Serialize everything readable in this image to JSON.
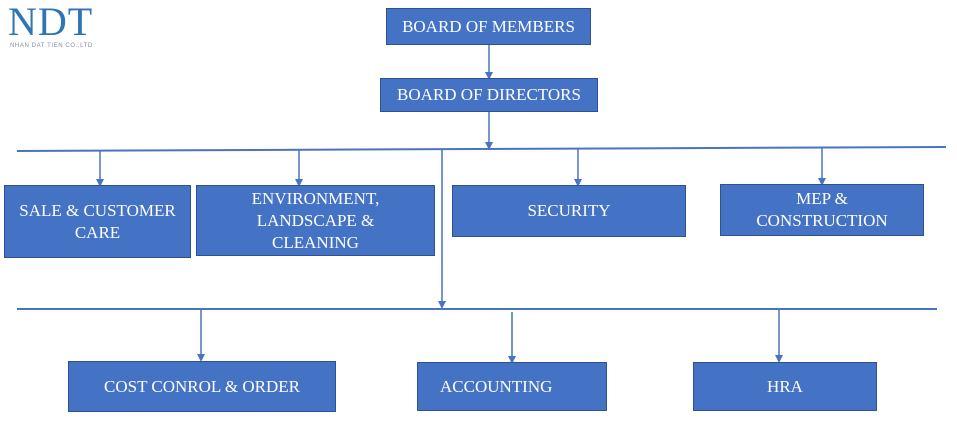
{
  "logo": {
    "mark": "NDT",
    "subtitle": "NHAN DAT TIEN CO.,LTD"
  },
  "colors": {
    "box_fill": "#4472c4",
    "box_border": "#2f528f",
    "connector": "#4a74c0",
    "logo": "#2e75b6"
  },
  "nodes": {
    "board_members": "BOARD OF MEMBERS",
    "board_directors": "BOARD OF DIRECTORS",
    "sale_customer_care": "SALE & CUSTOMER CARE",
    "environment": "ENVIRONMENT, LANDSCAPE & CLEANING",
    "security": "SECURITY",
    "mep_construction": "MEP & CONSTRUCTION",
    "cost_control": "COST CONROL & ORDER",
    "accounting": "ACCOUNTING",
    "hra": "HRA"
  }
}
